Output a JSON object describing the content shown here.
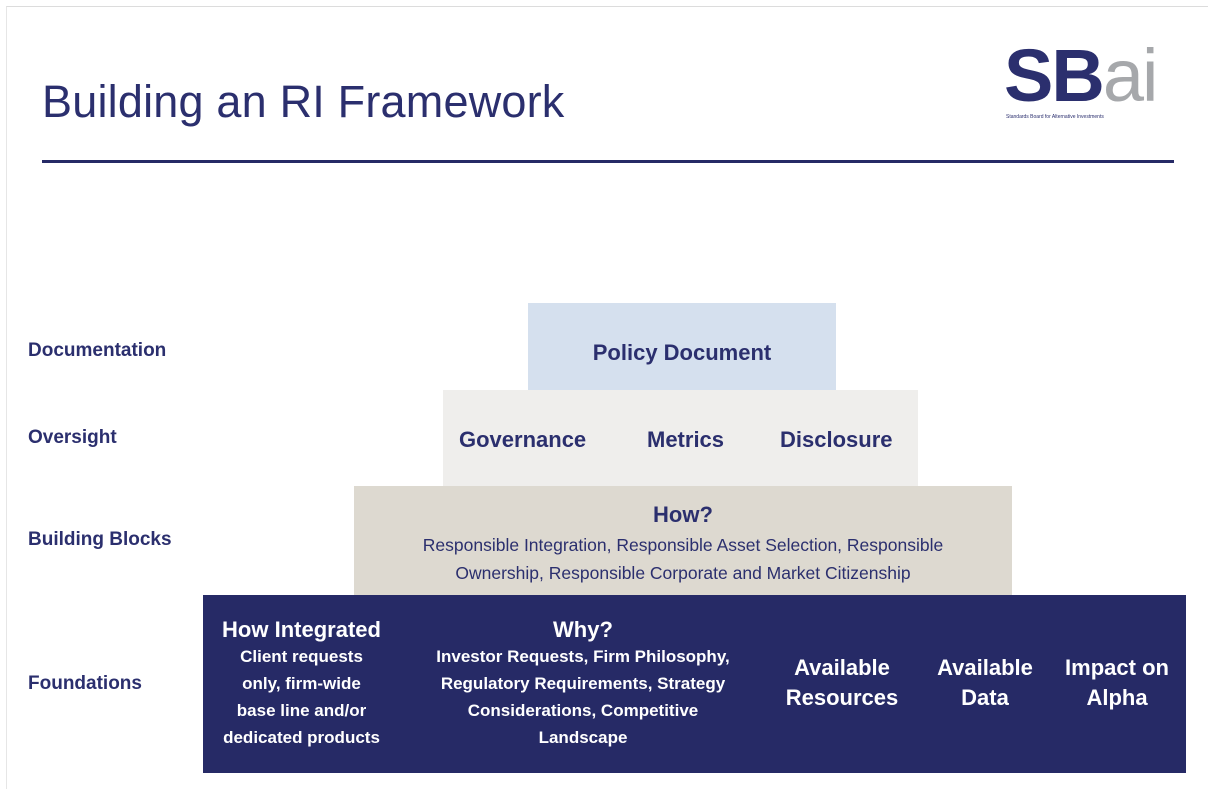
{
  "header": {
    "title": "Building an RI Framework",
    "logo_text_primary": "SB",
    "logo_text_secondary": "ai",
    "logo_tagline": "Standards Board for Alternative Investments"
  },
  "rows": {
    "documentation": {
      "label": "Documentation",
      "text": "Policy Document"
    },
    "oversight": {
      "label": "Oversight",
      "items": [
        "Governance",
        "Metrics",
        "Disclosure"
      ]
    },
    "building_blocks": {
      "label": "Building Blocks",
      "heading": "How?",
      "text_line1": "Responsible Integration, Responsible Asset Selection, Responsible",
      "text_line2": "Ownership, Responsible Corporate and Market Citizenship"
    },
    "foundations": {
      "label": "Foundations",
      "how_integrated": {
        "heading": "How Integrated",
        "lines": [
          "Client requests",
          "only, firm-wide",
          "base line and/or",
          "dedicated products"
        ]
      },
      "why": {
        "heading": "Why?",
        "lines": [
          "Investor Requests, Firm Philosophy,",
          "Regulatory Requirements, Strategy",
          "Considerations, Competitive",
          "Landscape"
        ]
      },
      "available_resources": [
        "Available",
        "Resources"
      ],
      "available_data": [
        "Available",
        "Data"
      ],
      "impact_on_alpha": [
        "Impact on",
        "Alpha"
      ]
    }
  },
  "colors": {
    "navy": "#262a66",
    "title_navy": "#2b2f6e",
    "policy_fill": "#d5e0ee",
    "oversight_fill": "#efeeec",
    "blocks_fill": "#ddd9d0",
    "logo_grey": "#a6a8ab"
  }
}
